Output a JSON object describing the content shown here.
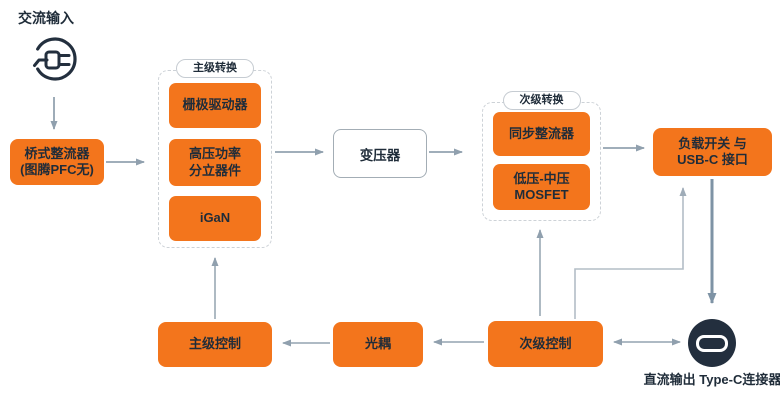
{
  "diagram": {
    "ac_input": {
      "label": "交流输入",
      "icon": "ac-plug-icon"
    },
    "bridge_rectifier": {
      "line1": "桥式整流器",
      "line2": "(图腾PFC无)"
    },
    "primary_stage": {
      "title": "主级转换",
      "blocks": [
        {
          "line1": "栅极驱动器"
        },
        {
          "line1": "高压功率",
          "line2": "分立器件"
        },
        {
          "line1": "iGaN"
        }
      ]
    },
    "transformer": {
      "label": "变压器"
    },
    "secondary_stage": {
      "title": "次级转换",
      "blocks": [
        {
          "line1": "同步整流器"
        },
        {
          "line1": "低压-中压",
          "line2": "MOSFET"
        }
      ]
    },
    "load_switch": {
      "line1": "负载开关 与",
      "line2": "USB-C 接口"
    },
    "dc_output": {
      "line1": "直流输出",
      "line2": "Type-C连接器",
      "icon": "usb-c-connector-icon"
    },
    "primary_control": {
      "label": "主级控制"
    },
    "optocoupler": {
      "label": "光耦"
    },
    "secondary_control": {
      "label": "次级控制"
    }
  },
  "colors": {
    "block_orange": "#F3751C",
    "dark_navy": "#232F3E",
    "arrow_gray": "#93A3B0",
    "thick_arrow": "#7E93A5",
    "light_line": "#B3BDC6",
    "dashed_border": "#CDD2D7"
  }
}
